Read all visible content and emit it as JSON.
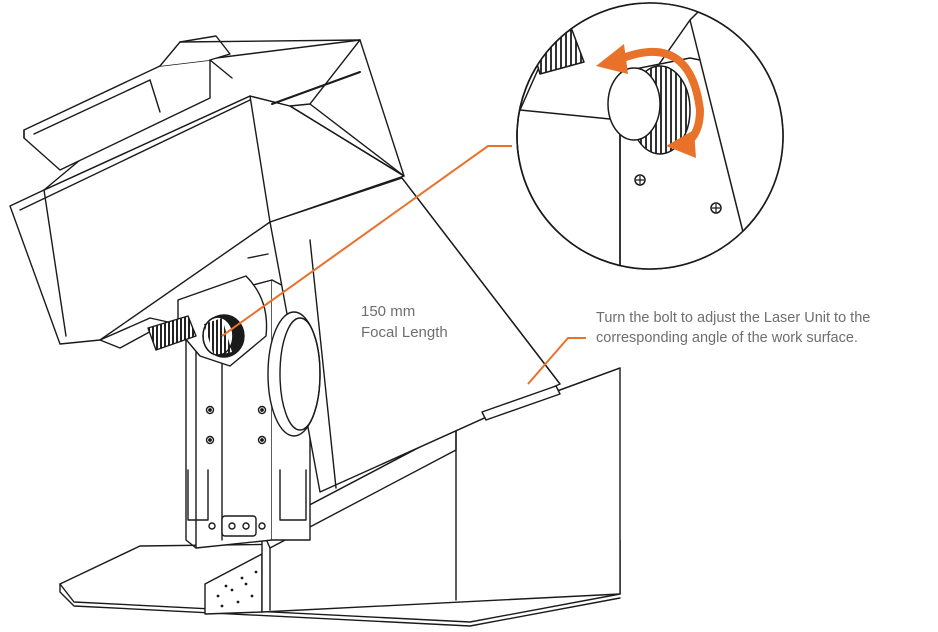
{
  "focal_length": {
    "line1": "150 mm",
    "line2": "Focal Length"
  },
  "instruction": {
    "line1": "Turn the bolt to adjust the Laser Unit to the",
    "line2": "corresponding angle of the work surface."
  },
  "colors": {
    "callout": "#e8722a",
    "line": "#1a1a1a",
    "text": "#6e6e6e",
    "fill": "#ffffff"
  },
  "icons": {
    "arrow": "curved-rotation-arrow-icon",
    "knob": "adjustment-bolt-icon"
  }
}
